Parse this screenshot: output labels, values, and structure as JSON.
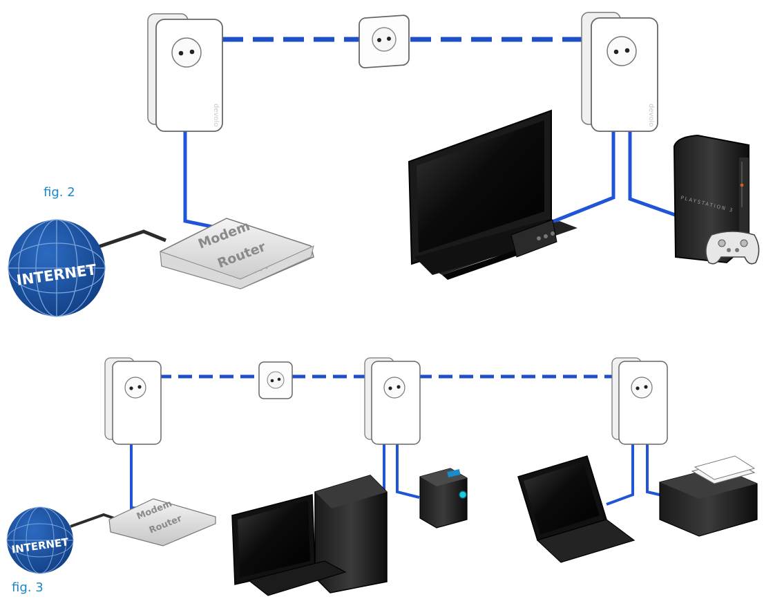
{
  "labels": {
    "fig2": "fig. 2",
    "fig3": "fig. 3",
    "internet": "INTERNET",
    "modem_line1": "Modem",
    "modem_line2": "Router",
    "brand": "devolo",
    "console_brand": "PLAYSTATION 3"
  },
  "colors": {
    "powerline": "#1f50c8",
    "lan_cable": "#1f55d6",
    "dsl_cable": "#2b2b2b",
    "globe": "#1c4f9c",
    "label_blue": "#1a86c8",
    "device_dark": "#111111"
  },
  "icons": [
    "powerline-adapter-icon",
    "wall-socket-icon",
    "modem-router-icon",
    "internet-globe-icon",
    "tv-icon",
    "game-console-icon",
    "gamepad-icon",
    "desktop-pc-icon",
    "storage-device-icon",
    "laptop-icon",
    "printer-icon"
  ]
}
